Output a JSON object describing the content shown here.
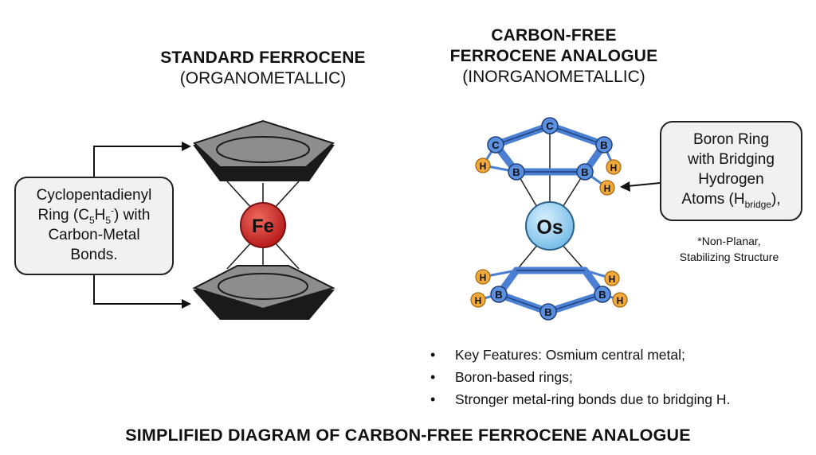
{
  "left_heading": {
    "line1": "STANDARD FERROCENE",
    "line2": "(ORGANOMETALLIC)"
  },
  "right_heading": {
    "line1": "CARBON-FREE",
    "line2": "FERROCENE ANALOGUE",
    "line3": "(INORGANOMETALLIC)"
  },
  "cp_callout": {
    "line1": "Cyclopentadienyl",
    "line2_pre": "Ring (C",
    "sub1": "5",
    "mid": "H",
    "sub2": "5",
    "sup": "-",
    "line2_post": ") with",
    "line3": "Carbon-Metal",
    "line4": "Bonds."
  },
  "boron_callout": {
    "line1": "Boron Ring",
    "line2": "with Bridging",
    "line3": "Hydrogen",
    "line4_pre": "Atoms (H",
    "line4_sub": "bridge",
    "line4_post": "),"
  },
  "note": {
    "line1": "*Non-Planar,",
    "line2": "Stabilizing Structure"
  },
  "features": [
    "Key Features: Osmium central metal;",
    "Boron-based rings;",
    "Stronger metal-ring bonds due to bridging H."
  ],
  "bottom_title": "SIMPLIFIED DIAGRAM OF CARBON-FREE FERROCENE ANALOGUE",
  "atoms": {
    "iron": "Fe",
    "osmium": "Os",
    "carbon": "C",
    "boron": "B",
    "hydrogen": "H"
  },
  "colors": {
    "iron": "#c62828",
    "osmium": "#8ecbec",
    "ring_bond": "#4a7fd4",
    "boron_atom": "#5b8fe0",
    "hydrogen_atom": "#f2a93b",
    "ring_fill": "#8a8a8a"
  }
}
